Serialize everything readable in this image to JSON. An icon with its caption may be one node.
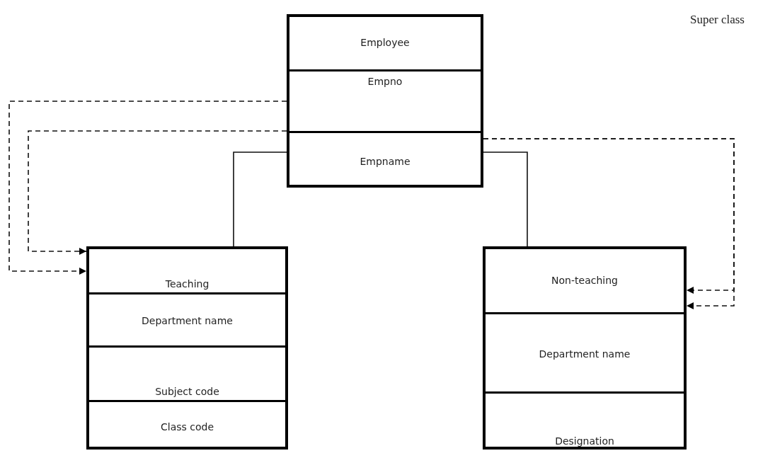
{
  "diagram": {
    "nodes": [
      {
        "text": [],
        "shape": "box"
      },
      {
        "text": [
          "Employee"
        ],
        "in": 0
      },
      {
        "text": [
          "Empno"
        ],
        "in": 0
      },
      {
        "text": [
          "Empname"
        ],
        "in": 0
      },
      {
        "text": [],
        "shape": "box"
      },
      {
        "text": [
          "Teaching"
        ],
        "in": 4
      },
      {
        "text": [
          "Department name"
        ],
        "in": 4
      },
      {
        "text": [
          "Subject code"
        ],
        "in": 4
      },
      {
        "text": [
          "Class code"
        ],
        "in": 4
      },
      {
        "text": [],
        "shape": "box"
      },
      {
        "text": [
          "Non-teaching"
        ],
        "in": 9
      },
      {
        "text": [
          "Department name"
        ],
        "in": 9
      },
      {
        "text": [
          "Designation"
        ],
        "in": 9
      }
    ],
    "edges": [
      {
        "from": 3,
        "to": 4,
        "arrow": "none"
      },
      {
        "from": 3,
        "to": 9,
        "arrow": "none"
      },
      {
        "from": 0,
        "to": 4,
        "arrow": "to",
        "style": "dashed"
      },
      {
        "from": 0,
        "to": 4,
        "arrow": "to",
        "style": "dashed"
      },
      {
        "from": 0,
        "to": 9,
        "arrow": "to",
        "style": "dashed"
      },
      {
        "from": 0,
        "to": 9,
        "arrow": "to",
        "style": "dashed"
      }
    ],
    "labels": [
      "Super class"
    ]
  }
}
